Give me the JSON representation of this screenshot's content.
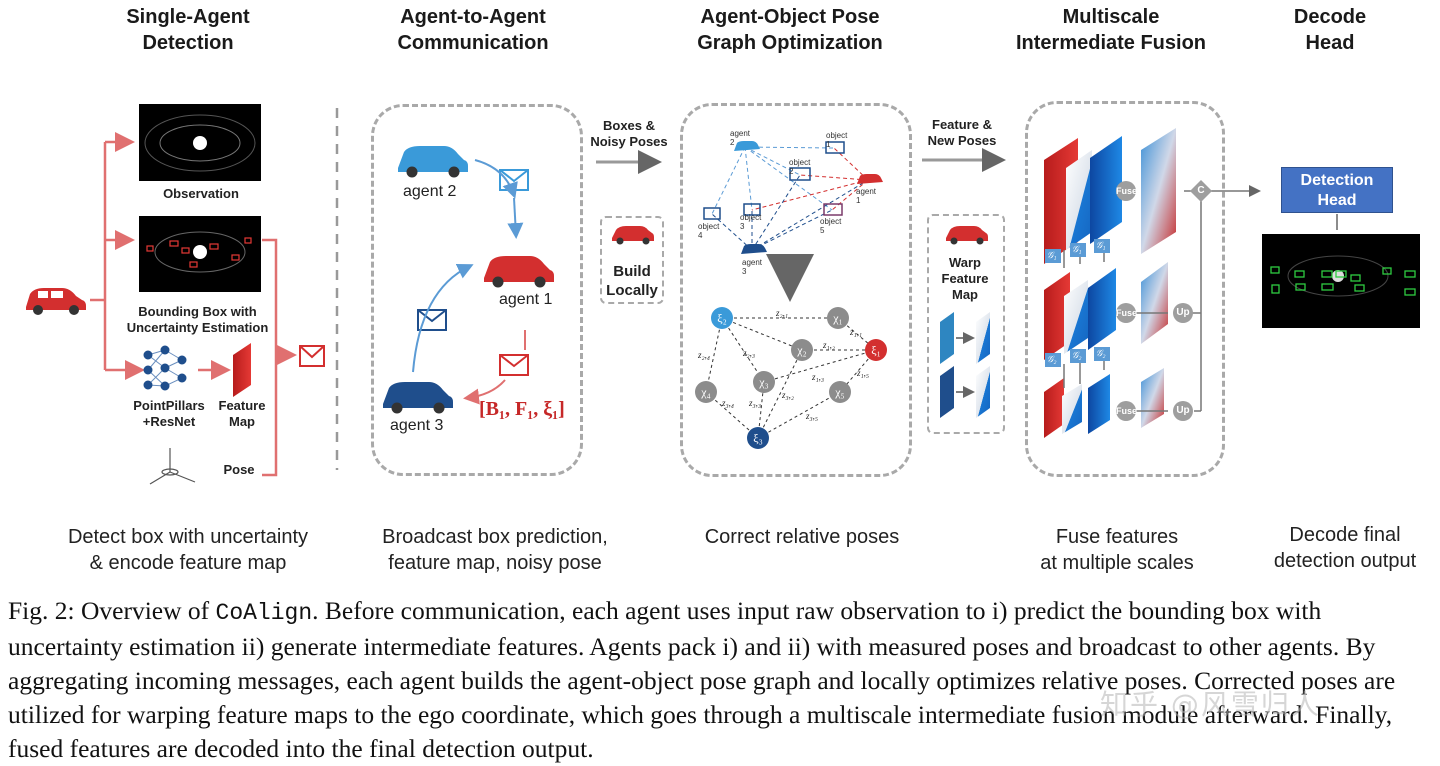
{
  "stages": [
    {
      "title_line1": "Single-Agent",
      "title_line2": "Detection",
      "desc_line1": "Detect box with uncertainty",
      "desc_line2": "& encode feature map"
    },
    {
      "title_line1": "Agent-to-Agent",
      "title_line2": "Communication",
      "desc_line1": "Broadcast box prediction,",
      "desc_line2": "feature map, noisy pose"
    },
    {
      "title_line1": "Agent-Object Pose",
      "title_line2": "Graph Optimization",
      "desc_line1": "Correct relative poses",
      "desc_line2": ""
    },
    {
      "title_line1": "Multiscale",
      "title_line2": "Intermediate Fusion",
      "desc_line1": "Fuse features",
      "desc_line2": "at multiple scales"
    },
    {
      "title_line1": "Decode",
      "title_line2": "Head",
      "desc_line1": "Decode final",
      "desc_line2": "detection output"
    }
  ],
  "single_agent": {
    "observation": "Observation",
    "bbox_line1": "Bounding Box with",
    "bbox_line2": "Uncertainty Estimation",
    "pointpillars_line1": "PointPillars",
    "pointpillars_line2": "+ResNet",
    "feature_line1": "Feature",
    "feature_line2": "Map",
    "pose": "Pose"
  },
  "communication": {
    "agent1": "agent 1",
    "agent2": "agent 2",
    "agent3": "agent 3",
    "message": "[B₁, F₁, ξ₁]"
  },
  "arrows": {
    "boxes_line1": "Boxes &",
    "boxes_line2": "Noisy Poses",
    "build_line1": "Build",
    "build_line2": "Locally",
    "feature_line1": "Feature &",
    "feature_line2": "New Poses",
    "warp_line1": "Warp",
    "warp_line2": "Feature",
    "warp_line3": "Map"
  },
  "graph_top": {
    "agents": [
      "agent 2",
      "agent 1",
      "agent 3"
    ],
    "objects": [
      "object 1",
      "object 2",
      "object 3",
      "object 4",
      "object 5"
    ]
  },
  "graph_bottom": {
    "nodes": [
      "ξ₂",
      "χ₁",
      "ξ₁",
      "χ₂",
      "χ₃",
      "χ₄",
      "χ₅",
      "ξ₃"
    ],
    "edges": [
      "z₂,₁",
      "z₁,₁",
      "z₁,₂",
      "z₂,₃",
      "z₂,₄",
      "z₁,₃",
      "z₁,₅",
      "z₃,₂",
      "z₃,₃",
      "z₃,₄",
      "z₃,₅"
    ]
  },
  "fusion": {
    "fuse": "Fuse",
    "up": "Up",
    "concat": "C",
    "g1": "𝒢₁",
    "g2": "𝒢₂"
  },
  "decode": {
    "head_line1": "Detection",
    "head_line2": "Head"
  },
  "caption": {
    "prefix": "Fig. 2: Overview of ",
    "method": "CoAlign",
    "body": ". Before communication, each agent uses input raw observation to i) predict the bounding box with uncertainty estimation ii) generate intermediate features. Agents pack i) and ii) with measured poses and broadcast to other agents. By aggregating incoming messages, each agent builds the agent-object pose graph and locally optimizes relative poses. Corrected poses are utilized for warping feature maps to the ego coordinate, which goes through a multiscale intermediate fusion module afterward. Finally, fused features are decoded into the final detection output."
  },
  "watermark": "知乎 @风雪归人",
  "colors": {
    "red": "#d32f2f",
    "blue_light": "#3a9ad9",
    "blue_dark": "#1f4e8c",
    "head_blue": "#4472c4",
    "dashed": "#a9a9a9"
  }
}
